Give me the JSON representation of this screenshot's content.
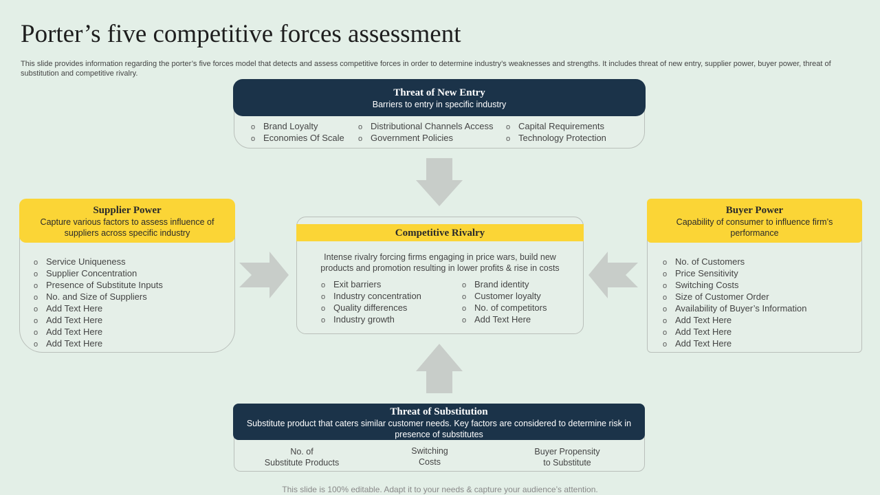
{
  "title": "Porter’s five competitive forces assessment",
  "description": "This slide provides information regarding the porter’s five forces model that detects and assess competitive forces in order to determine industry’s weaknesses and strengths. It includes threat of new entry, supplier power, buyer power, threat of substitution and competitive rivalry.",
  "new_entry": {
    "title": "Threat of New Entry",
    "subtitle": "Barriers to entry in specific industry",
    "col1": [
      "Brand Loyalty",
      "Economies Of Scale"
    ],
    "col2": [
      "Distributional Channels Access",
      "Government  Policies"
    ],
    "col3": [
      "Capital Requirements",
      "Technology Protection"
    ]
  },
  "supplier": {
    "title": "Supplier Power",
    "subtitle": "Capture various factors to assess influence of suppliers across specific industry",
    "items": [
      "Service Uniqueness",
      "Supplier Concentration",
      "Presence of Substitute Inputs",
      "No. and Size of Suppliers",
      "Add Text Here",
      "Add Text Here",
      "Add Text Here",
      "Add Text Here"
    ]
  },
  "rivalry": {
    "title": "Competitive Rivalry",
    "description": "Intense rivalry forcing firms engaging in price wars, build new products and promotion resulting in lower profits & rise in costs",
    "col1": [
      "Exit barriers",
      "Industry concentration",
      "Quality differences",
      "Industry growth"
    ],
    "col2": [
      "Brand identity",
      "Customer loyalty",
      "No. of competitors",
      "Add Text Here"
    ]
  },
  "buyer": {
    "title": "Buyer Power",
    "subtitle": "Capability of consumer to influence firm’s performance",
    "items": [
      "No. of Customers",
      "Price Sensitivity",
      "Switching Costs",
      "Size of Customer Order",
      "Availability of Buyer’s Information",
      "Add Text Here",
      "Add Text Here",
      "Add Text Here"
    ]
  },
  "substitution": {
    "title": "Threat of Substitution",
    "subtitle": "Substitute product that caters similar customer needs. Key factors are considered to determine risk in presence of substitutes",
    "factor1_line1": "No. of",
    "factor1_line2": "Substitute Products",
    "factor2_line1": "Switching",
    "factor2_line2": "Costs",
    "factor3_line1": "Buyer Propensity",
    "factor3_line2": "to Substitute"
  },
  "colors": {
    "dark_navy": "#1b3349",
    "yellow": "#fbd536",
    "background": "#e3efe7",
    "arrow": "#c8cdc9"
  },
  "footer": "This slide is 100% editable. Adapt it to your needs & capture your audience’s attention."
}
